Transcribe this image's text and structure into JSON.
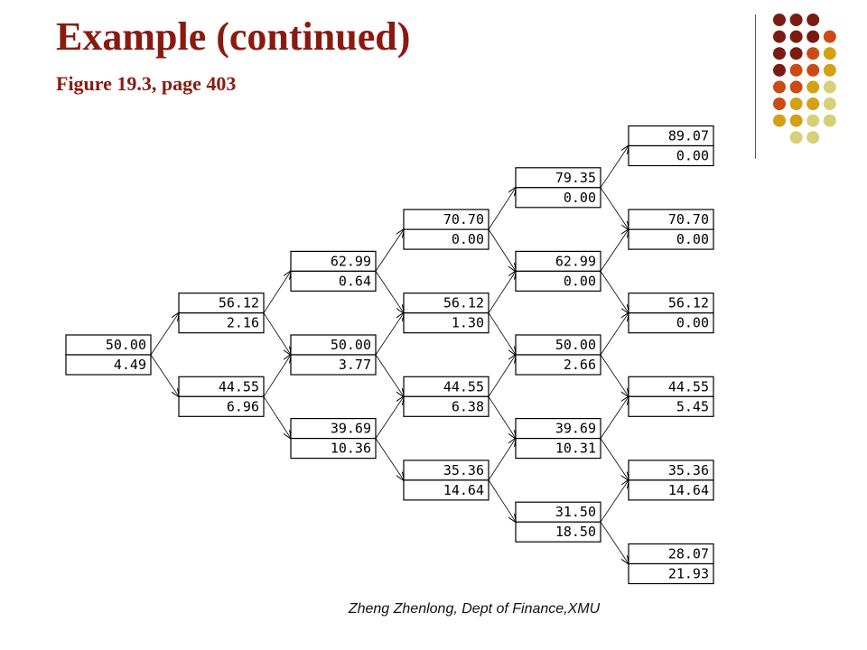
{
  "slide": {
    "title": "Example (continued)",
    "subtitle": "Figure 19.3, page 403",
    "footer": "Zheng Zhenlong, Dept of Finance,XMU"
  },
  "colors": {
    "title": "#8a1a10",
    "dot_dark_red": "#7a1c12",
    "dot_orange": "#cc4a14",
    "dot_gold": "#d4a014",
    "dot_light_olive": "#d6d07a"
  },
  "decoration": {
    "dot_rows": [
      [
        "dark_red",
        "dark_red",
        "dark_red"
      ],
      [
        "dark_red",
        "dark_red",
        "dark_red",
        "orange"
      ],
      [
        "dark_red",
        "dark_red",
        "orange",
        "gold"
      ],
      [
        "dark_red",
        "orange",
        "orange",
        "gold"
      ],
      [
        "orange",
        "orange",
        "gold",
        "light_olive"
      ],
      [
        "orange",
        "gold",
        "gold",
        "light_olive"
      ],
      [
        "gold",
        "gold",
        "light_olive",
        "light_olive"
      ],
      [
        "light_olive",
        "light_olive"
      ]
    ]
  },
  "tree": {
    "steps": [
      [
        {
          "price": "50.00",
          "value": "4.49"
        }
      ],
      [
        {
          "price": "56.12",
          "value": "2.16"
        },
        {
          "price": "44.55",
          "value": "6.96"
        }
      ],
      [
        {
          "price": "62.99",
          "value": "0.64"
        },
        {
          "price": "50.00",
          "value": "3.77"
        },
        {
          "price": "39.69",
          "value": "10.36"
        }
      ],
      [
        {
          "price": "70.70",
          "value": "0.00"
        },
        {
          "price": "56.12",
          "value": "1.30"
        },
        {
          "price": "44.55",
          "value": "6.38"
        },
        {
          "price": "35.36",
          "value": "14.64"
        }
      ],
      [
        {
          "price": "79.35",
          "value": "0.00"
        },
        {
          "price": "62.99",
          "value": "0.00"
        },
        {
          "price": "50.00",
          "value": "2.66"
        },
        {
          "price": "39.69",
          "value": "10.31"
        },
        {
          "price": "31.50",
          "value": "18.50"
        }
      ],
      [
        {
          "price": "89.07",
          "value": "0.00"
        },
        {
          "price": "70.70",
          "value": "0.00"
        },
        {
          "price": "56.12",
          "value": "0.00"
        },
        {
          "price": "44.55",
          "value": "5.45"
        },
        {
          "price": "35.36",
          "value": "14.64"
        },
        {
          "price": "28.07",
          "value": "21.93"
        }
      ]
    ]
  }
}
